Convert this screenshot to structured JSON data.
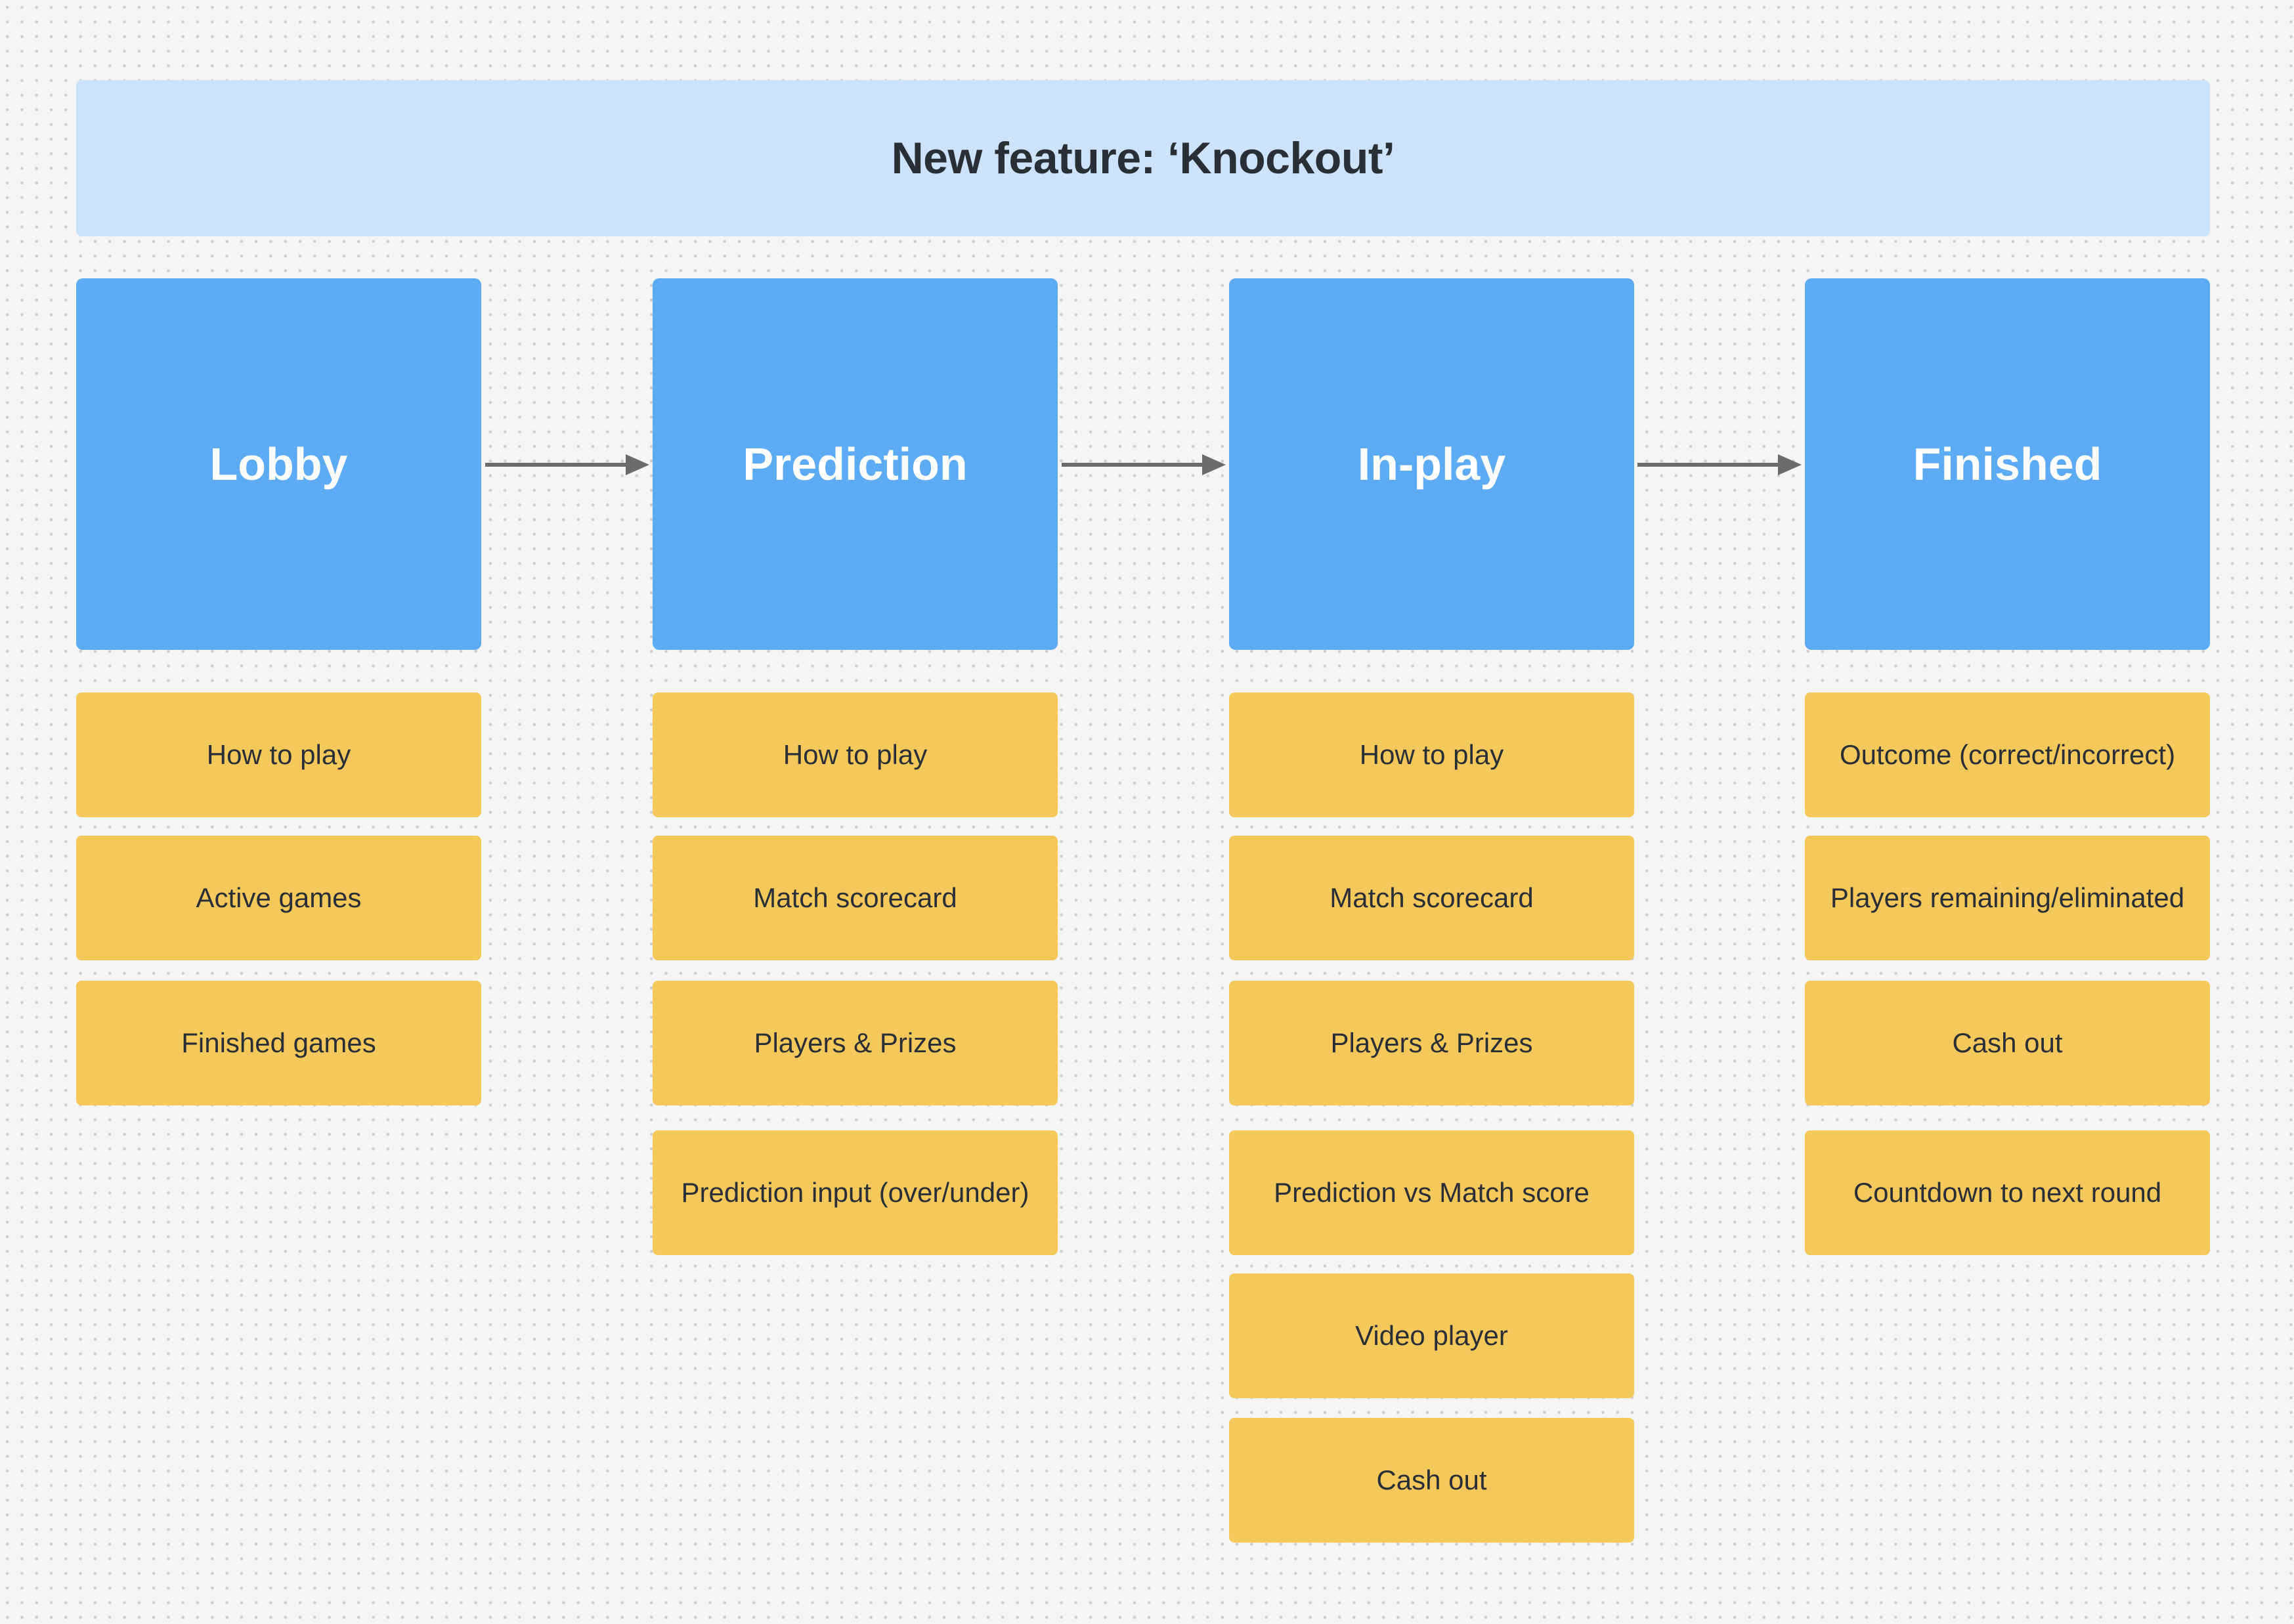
{
  "header": {
    "title": "New feature: ‘Knockout’"
  },
  "stages": [
    {
      "label": "Lobby",
      "items": [
        "How to play",
        "Active games",
        "Finished games"
      ]
    },
    {
      "label": "Prediction",
      "items": [
        "How to play",
        "Match scorecard",
        "Players & Prizes",
        "Prediction input (over/under)"
      ]
    },
    {
      "label": "In-play",
      "items": [
        "How to play",
        "Match scorecard",
        "Players & Prizes",
        "Prediction vs Match score",
        "Video player",
        "Cash out"
      ]
    },
    {
      "label": "Finished",
      "items": [
        "Outcome (correct/incorrect)",
        "Players remaining/eliminated",
        "Cash out",
        "Countdown to next round"
      ]
    }
  ],
  "colors": {
    "canvas": "#f5f5f5",
    "banner": "#cce3fb",
    "stage": "#5eabf5",
    "item": "#f5c85c",
    "text_dark": "#2a2f36",
    "arrow": "#6b6b6b"
  }
}
